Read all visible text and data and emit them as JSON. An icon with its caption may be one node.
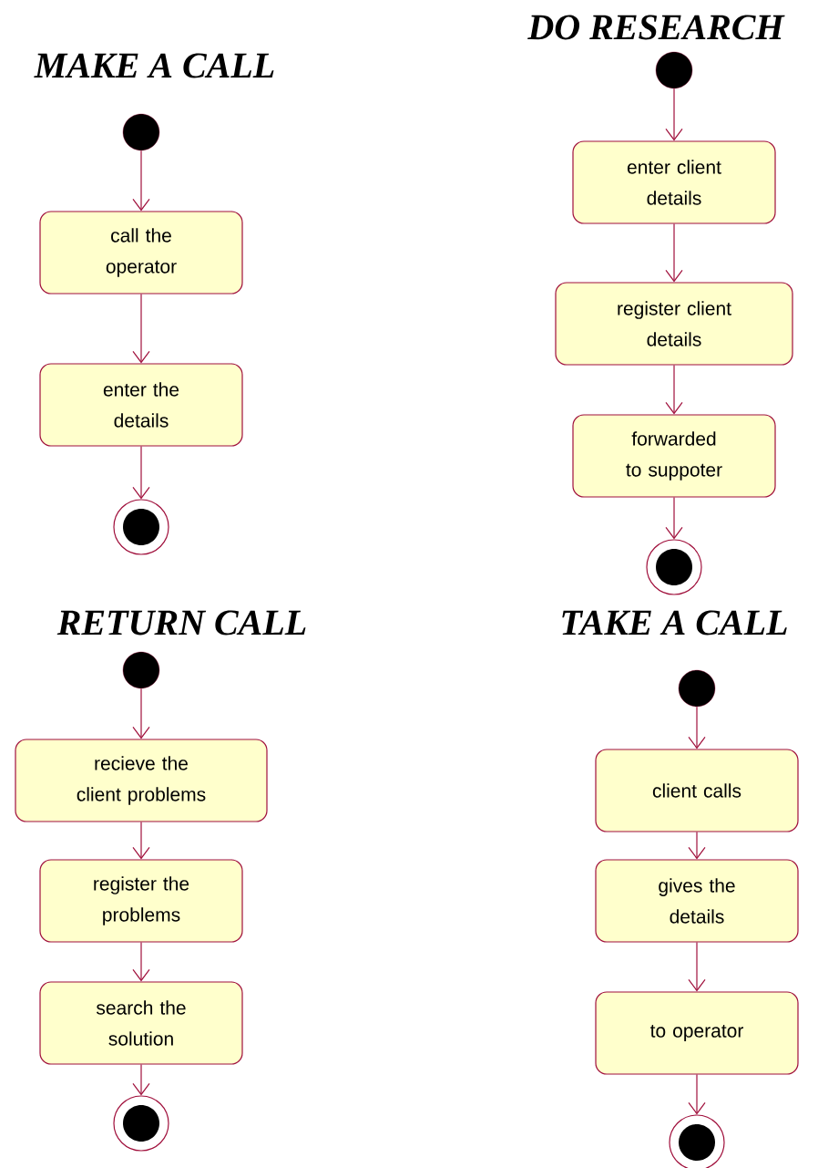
{
  "diagram": {
    "nodes": [
      {
        "text": [],
        "shape": "dot"
      },
      {
        "text": [
          "call the operator"
        ]
      },
      {
        "text": [
          "enter the details"
        ]
      },
      {
        "text": [],
        "shape": "bullseye"
      },
      {
        "text": [],
        "shape": "dot"
      },
      {
        "text": [
          "enter client details"
        ]
      },
      {
        "text": [
          "register client details"
        ]
      },
      {
        "text": [
          "forwarded to suppoter"
        ]
      },
      {
        "text": [],
        "shape": "bullseye"
      },
      {
        "text": [],
        "shape": "dot"
      },
      {
        "text": [
          "recieve the client problems"
        ]
      },
      {
        "text": [
          "register the problems"
        ]
      },
      {
        "text": [
          "search the solution"
        ]
      },
      {
        "text": [],
        "shape": "bullseye"
      },
      {
        "text": [],
        "shape": "dot"
      },
      {
        "text": [
          "client calls"
        ]
      },
      {
        "text": [
          "gives the details"
        ]
      },
      {
        "text": [
          "to operator"
        ]
      },
      {
        "text": [],
        "shape": "bullseye"
      }
    ],
    "edges": [
      {
        "from": 0,
        "to": 1,
        "arrow": "to"
      },
      {
        "from": 1,
        "to": 2,
        "arrow": "to"
      },
      {
        "from": 2,
        "to": 3,
        "arrow": "to"
      },
      {
        "from": 4,
        "to": 5,
        "arrow": "to"
      },
      {
        "from": 5,
        "to": 6,
        "arrow": "to"
      },
      {
        "from": 6,
        "to": 7,
        "arrow": "to"
      },
      {
        "from": 7,
        "to": 8,
        "arrow": "to"
      },
      {
        "from": 9,
        "to": 10,
        "arrow": "to"
      },
      {
        "from": 10,
        "to": 11,
        "arrow": "to"
      },
      {
        "from": 11,
        "to": 12,
        "arrow": "to"
      },
      {
        "from": 12,
        "to": 13,
        "arrow": "to"
      },
      {
        "from": 14,
        "to": 15,
        "arrow": "to"
      },
      {
        "from": 15,
        "to": 16,
        "arrow": "to"
      },
      {
        "from": 16,
        "to": 17,
        "arrow": "to"
      },
      {
        "from": 17,
        "to": 18,
        "arrow": "to"
      }
    ],
    "labels": [
      "DO RESEARCH",
      "MAKE A CALL",
      "RETURN CALL",
      "TAKE A CALL"
    ]
  }
}
